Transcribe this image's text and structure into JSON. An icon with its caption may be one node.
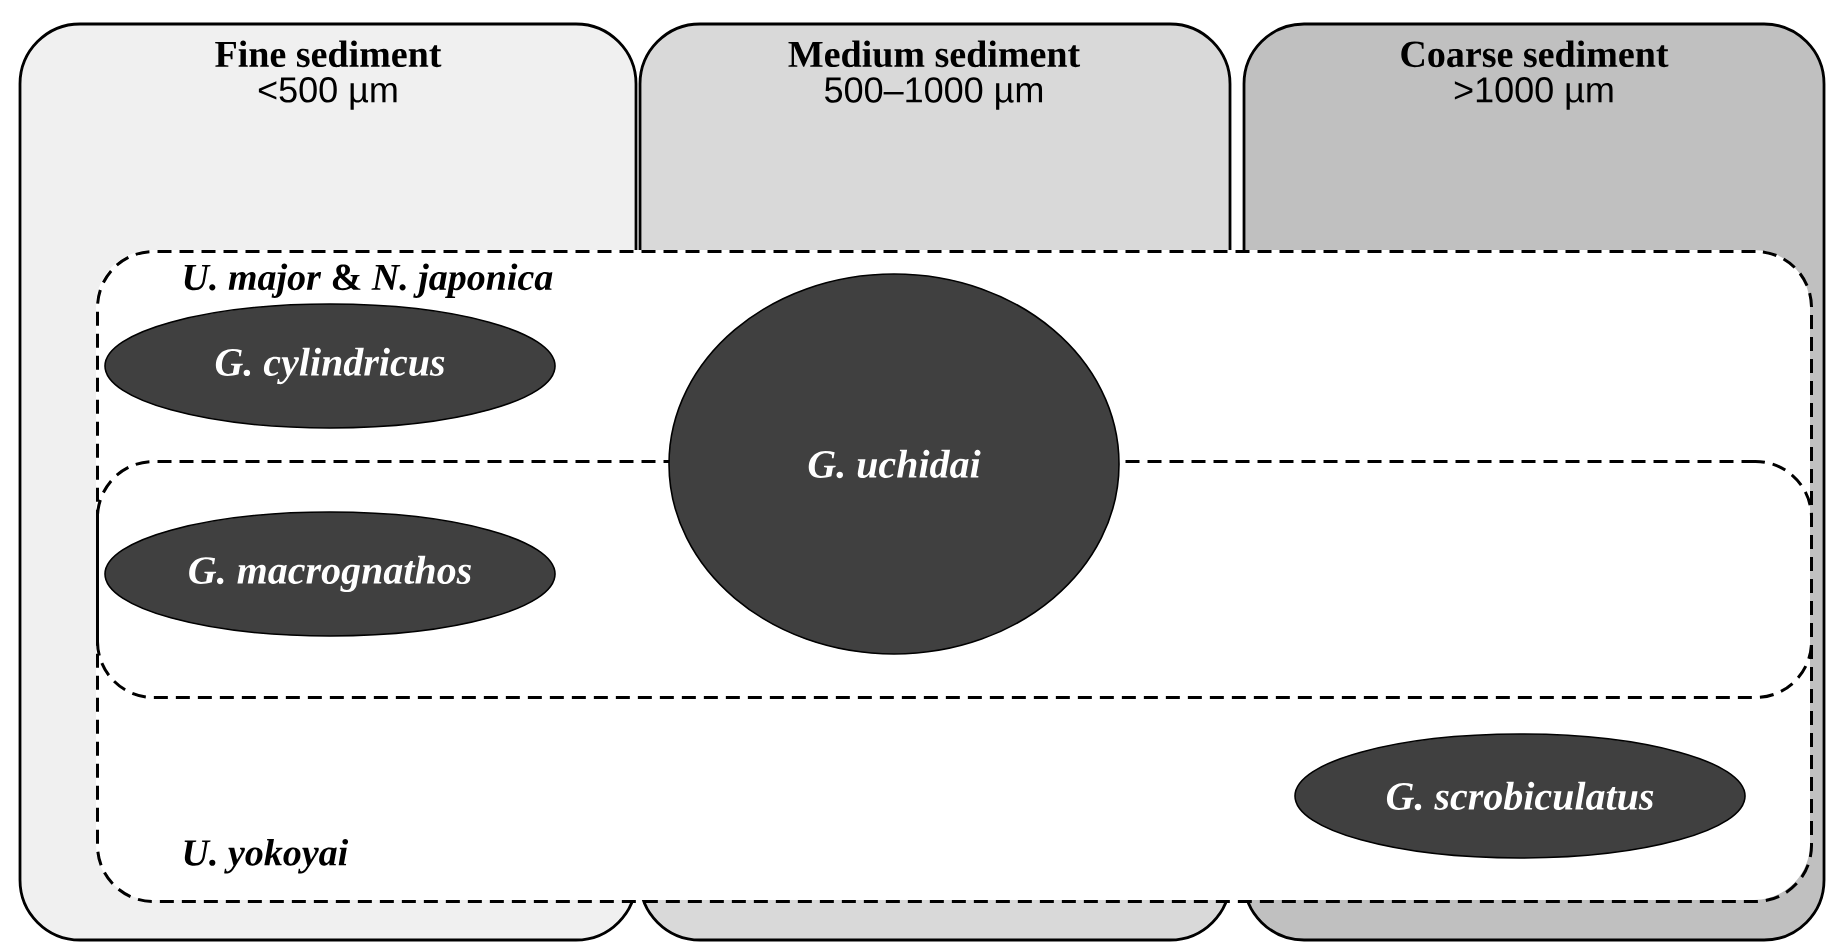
{
  "diagram": {
    "nodes": [
      {
        "text": [
          "Fine sediment",
          "<500 µm"
        ]
      },
      {
        "text": [
          "Medium sediment",
          "500–1000 µm"
        ]
      },
      {
        "text": [
          "Coarse sediment",
          ">1000 µm"
        ]
      },
      {
        "text": [
          "*U. major* & *N. japonica*"
        ]
      },
      {
        "text": [
          "U. yokoyai"
        ]
      },
      {
        "text": [
          "G. cylindricus"
        ],
        "in": 3
      },
      {
        "text": [
          "G. uchidai"
        ],
        "in": 3
      },
      {
        "text": [
          "G. macrognathos"
        ]
      },
      {
        "text": [
          "G. scrobiculatus"
        ],
        "in": 4
      }
    ]
  }
}
